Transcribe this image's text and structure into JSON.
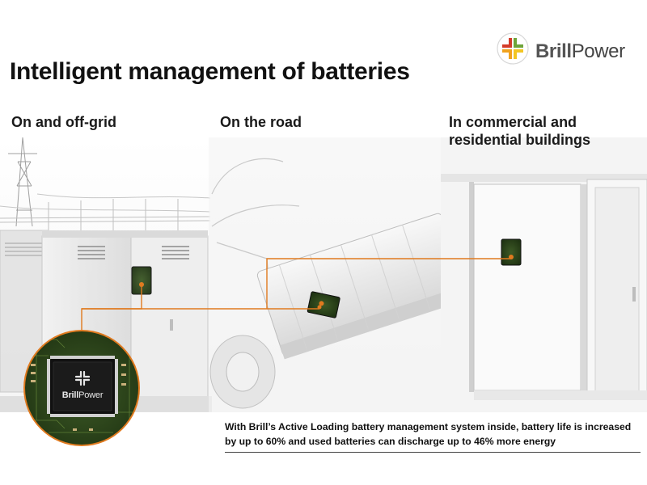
{
  "brand": {
    "logo_text_bold": "Brill",
    "logo_text_regular": "Power",
    "chip_logo_bold": "Brill",
    "chip_logo_regular": "Power"
  },
  "title": "Intelligent management of batteries",
  "sections": [
    {
      "lines": [
        "On and off-grid"
      ]
    },
    {
      "lines": [
        "On the road"
      ]
    },
    {
      "lines": [
        "In commercial and",
        "residential buildings"
      ]
    }
  ],
  "caption": {
    "line1": "With Brill’s Active Loading battery management system inside, battery life is increased",
    "line2": "by up to 60% and used batteries can discharge up to 46% more energy"
  },
  "colors": {
    "accent": "#e07a1f",
    "logo_green": "#6fa43a",
    "logo_red": "#d43b2a",
    "logo_orange": "#f0a21e",
    "logo_yellow": "#f3c623",
    "pcb_green": "#2f4a1e"
  }
}
